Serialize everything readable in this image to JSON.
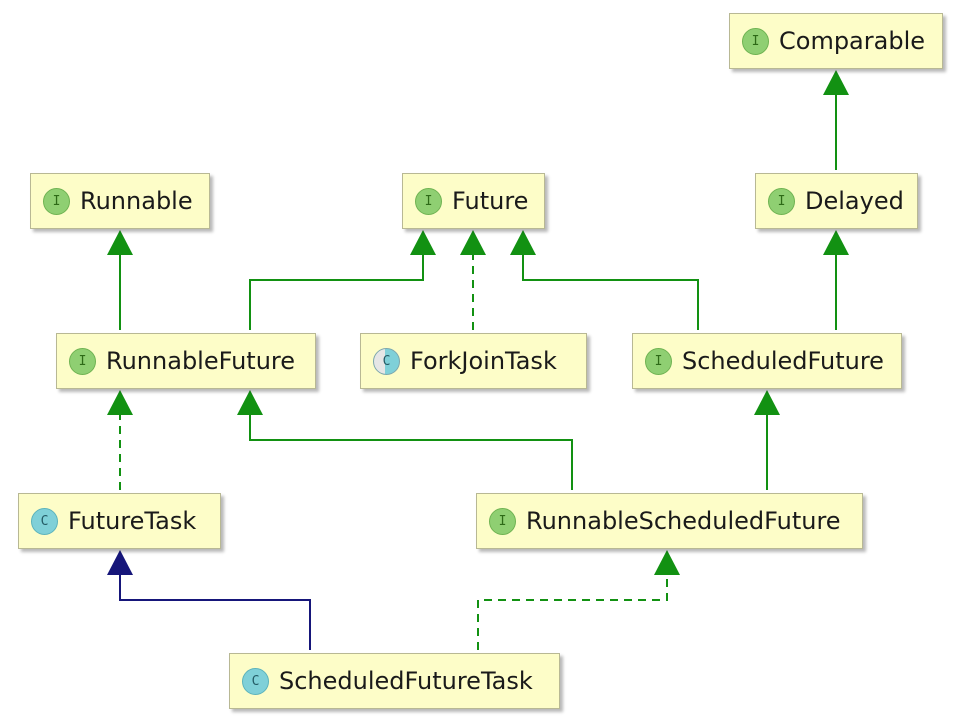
{
  "colors": {
    "node_fill": "#fdfdc8",
    "node_border": "#b8b894",
    "interface_badge": "#8fcf72",
    "class_badge": "#7fd0d8",
    "inherit_edge": "#129112",
    "class_extend_edge": "#16167a"
  },
  "nodes": [
    {
      "id": "comparable",
      "label": "Comparable",
      "kind": "interface",
      "badge": "I"
    },
    {
      "id": "runnable",
      "label": "Runnable",
      "kind": "interface",
      "badge": "I"
    },
    {
      "id": "future",
      "label": "Future",
      "kind": "interface",
      "badge": "I"
    },
    {
      "id": "delayed",
      "label": "Delayed",
      "kind": "interface",
      "badge": "I"
    },
    {
      "id": "runnable-future",
      "label": "RunnableFuture",
      "kind": "interface",
      "badge": "I"
    },
    {
      "id": "fork-join-task",
      "label": "ForkJoinTask",
      "kind": "abstract-class",
      "badge": "C"
    },
    {
      "id": "scheduled-future",
      "label": "ScheduledFuture",
      "kind": "interface",
      "badge": "I"
    },
    {
      "id": "future-task",
      "label": "FutureTask",
      "kind": "class",
      "badge": "C"
    },
    {
      "id": "runnable-scheduled-future",
      "label": "RunnableScheduledFuture",
      "kind": "interface",
      "badge": "I"
    },
    {
      "id": "scheduled-future-task",
      "label": "ScheduledFutureTask",
      "kind": "class",
      "badge": "C"
    }
  ],
  "edges": [
    {
      "from": "delayed",
      "to": "comparable",
      "relation": "extends",
      "style": "solid"
    },
    {
      "from": "runnable-future",
      "to": "runnable",
      "relation": "extends",
      "style": "solid"
    },
    {
      "from": "runnable-future",
      "to": "future",
      "relation": "extends",
      "style": "solid"
    },
    {
      "from": "fork-join-task",
      "to": "future",
      "relation": "implements",
      "style": "dashed"
    },
    {
      "from": "scheduled-future",
      "to": "future",
      "relation": "extends",
      "style": "solid"
    },
    {
      "from": "scheduled-future",
      "to": "delayed",
      "relation": "extends",
      "style": "solid"
    },
    {
      "from": "future-task",
      "to": "runnable-future",
      "relation": "implements",
      "style": "dashed"
    },
    {
      "from": "runnable-scheduled-future",
      "to": "runnable-future",
      "relation": "extends",
      "style": "solid"
    },
    {
      "from": "runnable-scheduled-future",
      "to": "scheduled-future",
      "relation": "extends",
      "style": "solid"
    },
    {
      "from": "scheduled-future-task",
      "to": "future-task",
      "relation": "class-extends",
      "style": "solid"
    },
    {
      "from": "scheduled-future-task",
      "to": "runnable-scheduled-future",
      "relation": "implements",
      "style": "dashed"
    }
  ]
}
